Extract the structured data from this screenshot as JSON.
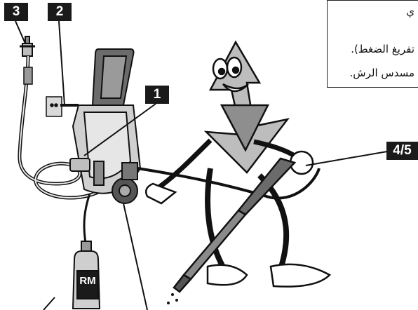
{
  "callouts": {
    "c3": "3",
    "c2": "2",
    "c1": "1",
    "c45": "4/5"
  },
  "bottle_label": "RM",
  "instructions": {
    "line0": "ي",
    "line1": "تفريغ الضغط).",
    "line2": "مسدس الرش."
  },
  "colors": {
    "callout_bg": "#1a1a1a",
    "line_art": "#111111",
    "machine_dark": "#6b6b6b",
    "machine_light": "#cfcfcf",
    "shading": "#9a9a9a"
  }
}
